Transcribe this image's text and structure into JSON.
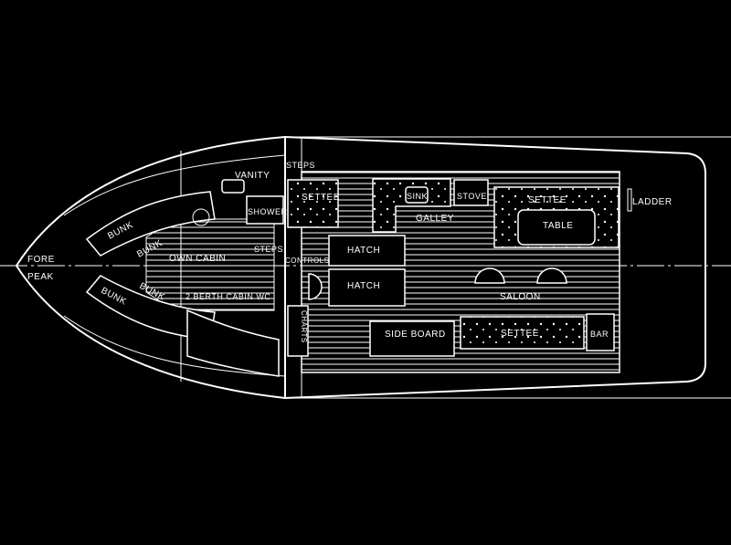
{
  "title": "Boat deck plan",
  "colors": {
    "background": "#000000",
    "lines": "#ffffff"
  },
  "labels": {
    "fore": "FORE",
    "peak": "PEAK",
    "bunk_upper": "BUNK",
    "bunk_upper_inner": "BUNK",
    "bunk_lower": "BUNK",
    "bunk_lower_inner": "BUNK",
    "vanity": "VANITY",
    "shower": "SHOWER",
    "steps_top": "STEPS",
    "steps_mid": "STEPS",
    "owners_cabin": "OWN CABIN",
    "two_berth_cabin": "2 BERTH CABIN WC",
    "controls": "CONTROLS",
    "charts": "CHARTS",
    "hatch_upper": "HATCH",
    "hatch_lower": "HATCH",
    "settee_fwd": "SETTEE",
    "sink": "SINK",
    "stove": "STOVE",
    "galley": "GALLEY",
    "settee_aft": "SETTEE",
    "table": "TABLE",
    "ladder": "LADDER",
    "saloon": "SALOON",
    "side_board": "SIDE BOARD",
    "settee_port": "SETTEE",
    "bar": "BAR"
  }
}
